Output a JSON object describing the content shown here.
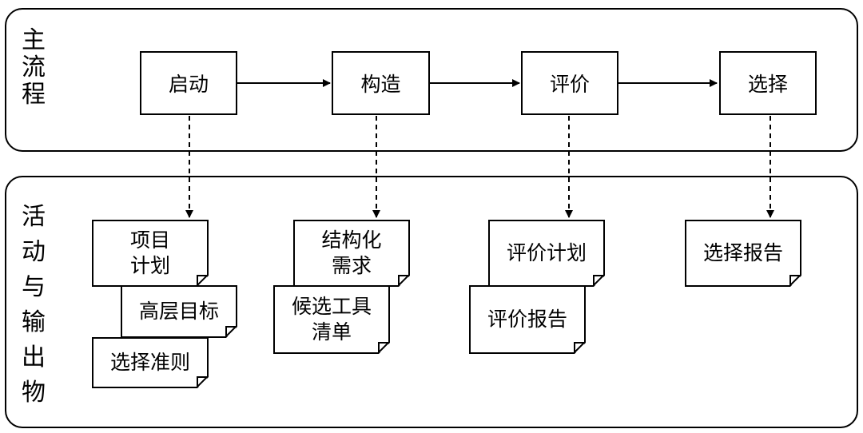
{
  "lanes": {
    "main": {
      "label": [
        "主",
        "流",
        "程"
      ]
    },
    "activity": {
      "label": [
        "活",
        "动",
        "与",
        "输",
        "出",
        "物"
      ]
    }
  },
  "steps": [
    "启动",
    "构造",
    "评价",
    "选择"
  ],
  "outputs": {
    "start": [
      "项目\n计划",
      "高层目标",
      "选择准则"
    ],
    "construct": [
      "结构化\n需求",
      "候选工具\n清单"
    ],
    "evaluate": [
      "评价计划",
      "评价报告"
    ],
    "select": [
      "选择报告"
    ]
  }
}
